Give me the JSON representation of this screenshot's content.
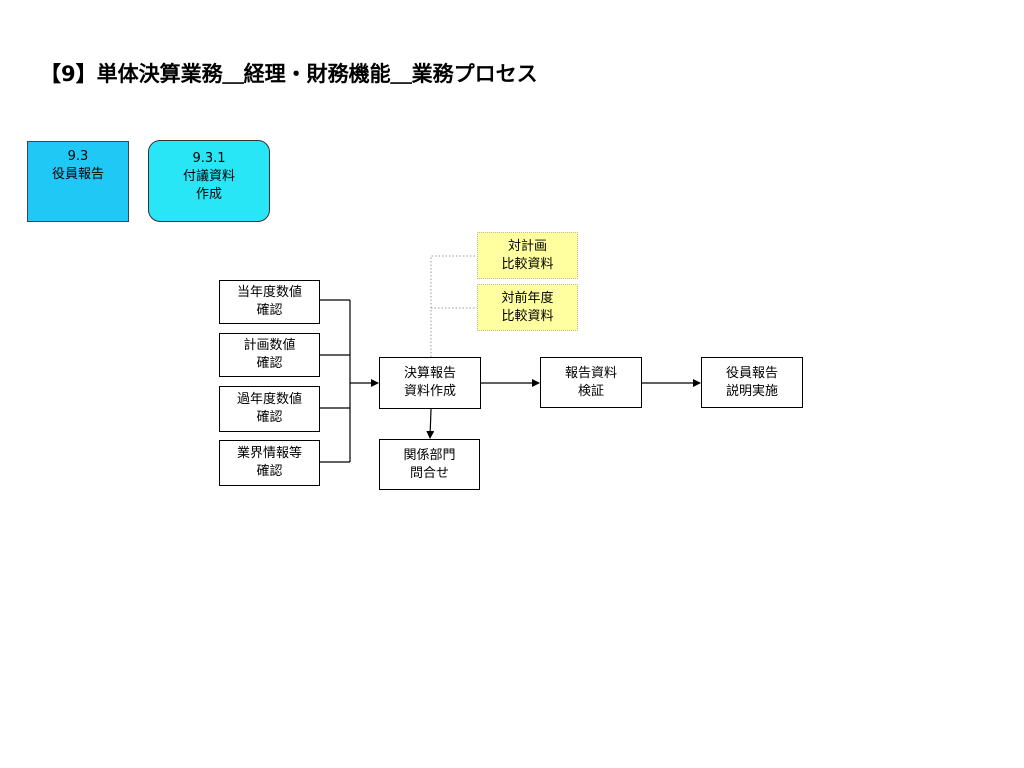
{
  "title": "【9】単体決算業務＿経理・財務機能＿業務プロセス",
  "header_boxes": {
    "section": {
      "number": "9.3",
      "label": "役員報告",
      "color": "#1fc8f5"
    },
    "subsection": {
      "number": "9.3.1",
      "line1": "付議資料",
      "line2": "作成",
      "color": "#29e6f7"
    }
  },
  "inputs": [
    {
      "line1": "当年度数値",
      "line2": "確認"
    },
    {
      "line1": "計画数値",
      "line2": "確認"
    },
    {
      "line1": "過年度数値",
      "line2": "確認"
    },
    {
      "line1": "業界情報等",
      "line2": "確認"
    }
  ],
  "references": [
    {
      "line1": "対計画",
      "line2": "比較資料",
      "color": "#ffffa0"
    },
    {
      "line1": "対前年度",
      "line2": "比較資料",
      "color": "#ffffa0"
    }
  ],
  "process": [
    {
      "line1": "決算報告",
      "line2": "資料作成"
    },
    {
      "line1": "報告資料",
      "line2": "検証"
    },
    {
      "line1": "役員報告",
      "line2": "説明実施"
    }
  ],
  "inquiry": {
    "line1": "関係部門",
    "line2": "問合せ"
  }
}
